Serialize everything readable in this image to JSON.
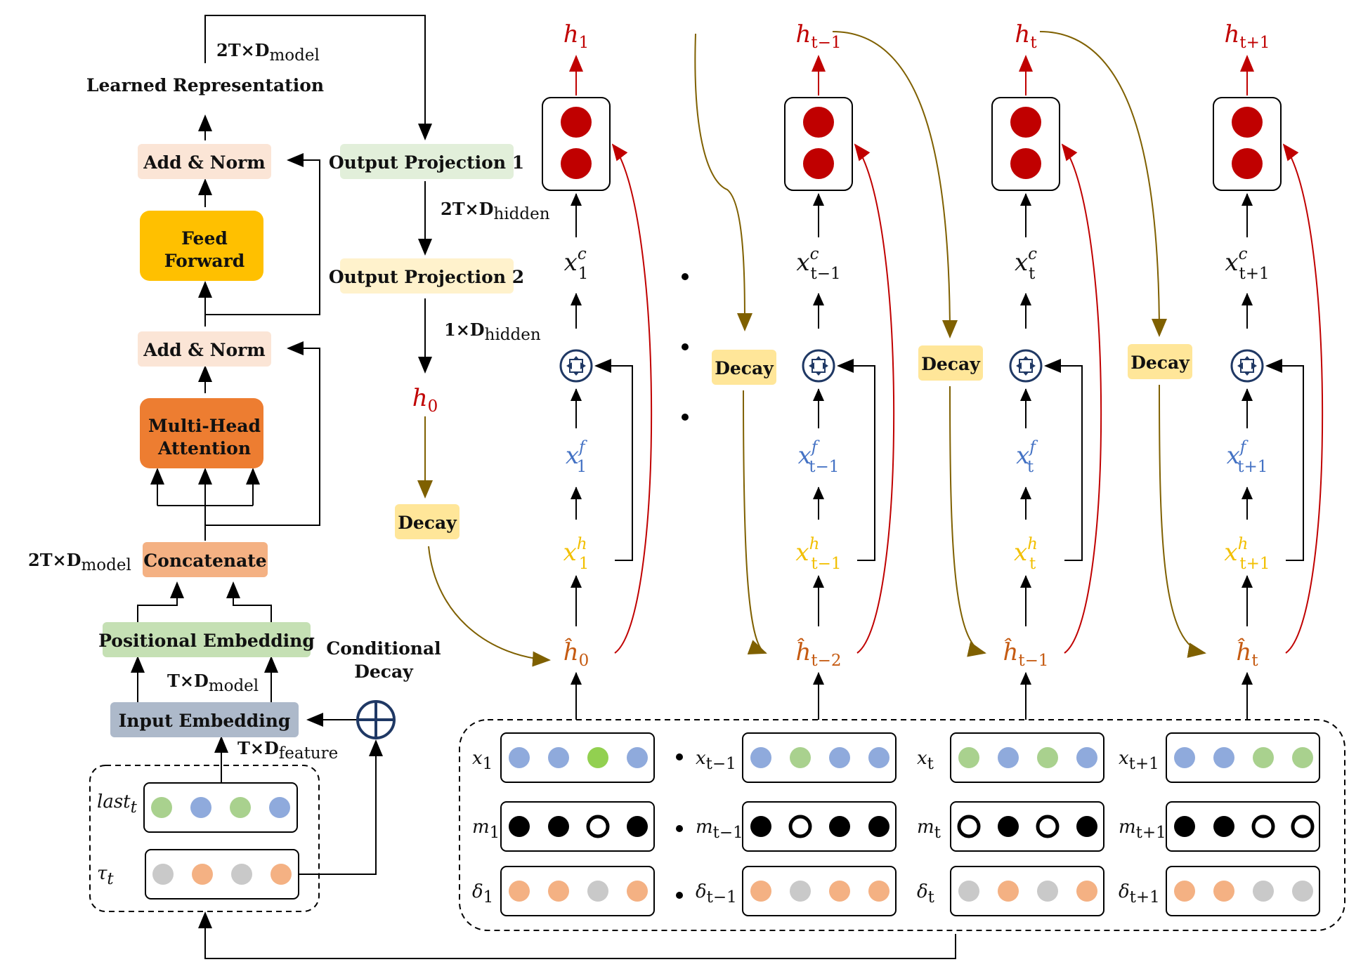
{
  "colors": {
    "output_proj1_fill": "#e2efda",
    "output_proj2_fill": "#fff2cc",
    "add_norm_fill": "#fbe5d6",
    "feed_forward_fill": "#ffc000",
    "mha_fill": "#ed7d31",
    "concat_fill": "#f4b183",
    "pos_emb_fill": "#c5e0b4",
    "input_emb_fill": "#adb9ca",
    "decay_fill": "#ffe699",
    "red_cell": "#c00000",
    "decay_arrow": "#7f6000",
    "red_arrow": "#c00000",
    "dot_blue": "#8faadc",
    "dot_green": "#a9d18e",
    "dot_bright_green": "#92d050",
    "dot_orange": "#f4b183",
    "dot_gray": "#c9c9c9",
    "dot_black": "#000000"
  },
  "encoder": {
    "top_dim": {
      "main": "2T×D",
      "sub": "model"
    },
    "learned_representation": "Learned Representation",
    "add_norm_top": "Add & Norm",
    "feed_forward_line1": "Feed",
    "feed_forward_line2": "Forward",
    "add_norm_bottom": "Add & Norm",
    "mha_line1": "Multi-Head",
    "mha_line2": "Attention",
    "concat_dim": {
      "main": "2T×D",
      "sub": "model"
    },
    "concatenate": "Concatenate",
    "positional_embedding": "Positional Embedding",
    "pos_dim": {
      "main": "T×D",
      "sub": "model"
    },
    "input_embedding": "Input Embedding",
    "feature_dim": {
      "main": "T×D",
      "sub": "feature"
    },
    "conditional_decay_line1": "Conditional",
    "conditional_decay_line2": "Decay",
    "last_label": {
      "main": "last",
      "sub": "t"
    },
    "tau_label": {
      "main": "τ",
      "sub": "t"
    },
    "last_dots": [
      "green",
      "blue",
      "green",
      "blue"
    ],
    "tau_dots": [
      "gray",
      "orange",
      "gray",
      "orange"
    ]
  },
  "projection": {
    "output_projection_1": "Output Projection 1",
    "hidden_dim_1": {
      "main": "2T×D",
      "sub": "hidden"
    },
    "output_projection_2": "Output Projection 2",
    "hidden_dim_2": {
      "main": "1×D",
      "sub": "hidden"
    },
    "h0": {
      "main": "h",
      "sub": "0"
    },
    "decay": "Decay"
  },
  "decay_label": "Decay",
  "steps": [
    {
      "h": {
        "main": "h",
        "sub": "1"
      },
      "xc": {
        "main": "x",
        "sup": "c",
        "sub": "1"
      },
      "xf": {
        "main": "x",
        "sup": "f",
        "sub": "1"
      },
      "xh": {
        "main": "x",
        "sup": "h",
        "sub": "1"
      },
      "hhat": {
        "main": "ĥ",
        "sub": "0"
      }
    },
    {
      "h": {
        "main": "h",
        "sub": "t−1"
      },
      "xc": {
        "main": "x",
        "sup": "c",
        "sub": "t−1"
      },
      "xf": {
        "main": "x",
        "sup": "f",
        "sub": "t−1"
      },
      "xh": {
        "main": "x",
        "sup": "h",
        "sub": "t−1"
      },
      "hhat": {
        "main": "ĥ",
        "sub": "t−2"
      }
    },
    {
      "h": {
        "main": "h",
        "sub": "t"
      },
      "xc": {
        "main": "x",
        "sup": "c",
        "sub": "t"
      },
      "xf": {
        "main": "x",
        "sup": "f",
        "sub": "t"
      },
      "xh": {
        "main": "x",
        "sup": "h",
        "sub": "t"
      },
      "hhat": {
        "main": "ĥ",
        "sub": "t−1"
      }
    },
    {
      "h": {
        "main": "h",
        "sub": "t+1"
      },
      "xc": {
        "main": "x",
        "sup": "c",
        "sub": "t+1"
      },
      "xf": {
        "main": "x",
        "sup": "f",
        "sub": "t+1"
      },
      "xh": {
        "main": "x",
        "sup": "h",
        "sub": "t+1"
      },
      "hhat": {
        "main": "ĥ",
        "sub": "t"
      }
    }
  ],
  "inputs": [
    {
      "x": {
        "main": "x",
        "sub": "1"
      },
      "m": {
        "main": "m",
        "sub": "1"
      },
      "d": {
        "main": "δ",
        "sub": "1"
      },
      "x_dots": [
        "blue",
        "blue",
        "bright_green",
        "blue"
      ],
      "m_dots": [
        "filled",
        "filled",
        "open",
        "filled"
      ],
      "d_dots": [
        "orange",
        "orange",
        "gray",
        "orange"
      ]
    },
    {
      "x": {
        "main": "x",
        "sub": "t−1"
      },
      "m": {
        "main": "m",
        "sub": "t−1"
      },
      "d": {
        "main": "δ",
        "sub": "t−1"
      },
      "x_dots": [
        "blue",
        "green",
        "blue",
        "blue"
      ],
      "m_dots": [
        "filled",
        "open",
        "filled",
        "filled"
      ],
      "d_dots": [
        "orange",
        "gray",
        "orange",
        "orange"
      ]
    },
    {
      "x": {
        "main": "x",
        "sub": "t"
      },
      "m": {
        "main": "m",
        "sub": "t"
      },
      "d": {
        "main": "δ",
        "sub": "t"
      },
      "x_dots": [
        "green",
        "blue",
        "green",
        "blue"
      ],
      "m_dots": [
        "open",
        "filled",
        "open",
        "filled"
      ],
      "d_dots": [
        "gray",
        "orange",
        "gray",
        "orange"
      ]
    },
    {
      "x": {
        "main": "x",
        "sub": "t+1"
      },
      "m": {
        "main": "m",
        "sub": "t+1"
      },
      "d": {
        "main": "δ",
        "sub": "t+1"
      },
      "x_dots": [
        "blue",
        "blue",
        "green",
        "green"
      ],
      "m_dots": [
        "filled",
        "filled",
        "open",
        "open"
      ],
      "d_dots": [
        "orange",
        "orange",
        "gray",
        "gray"
      ]
    }
  ]
}
